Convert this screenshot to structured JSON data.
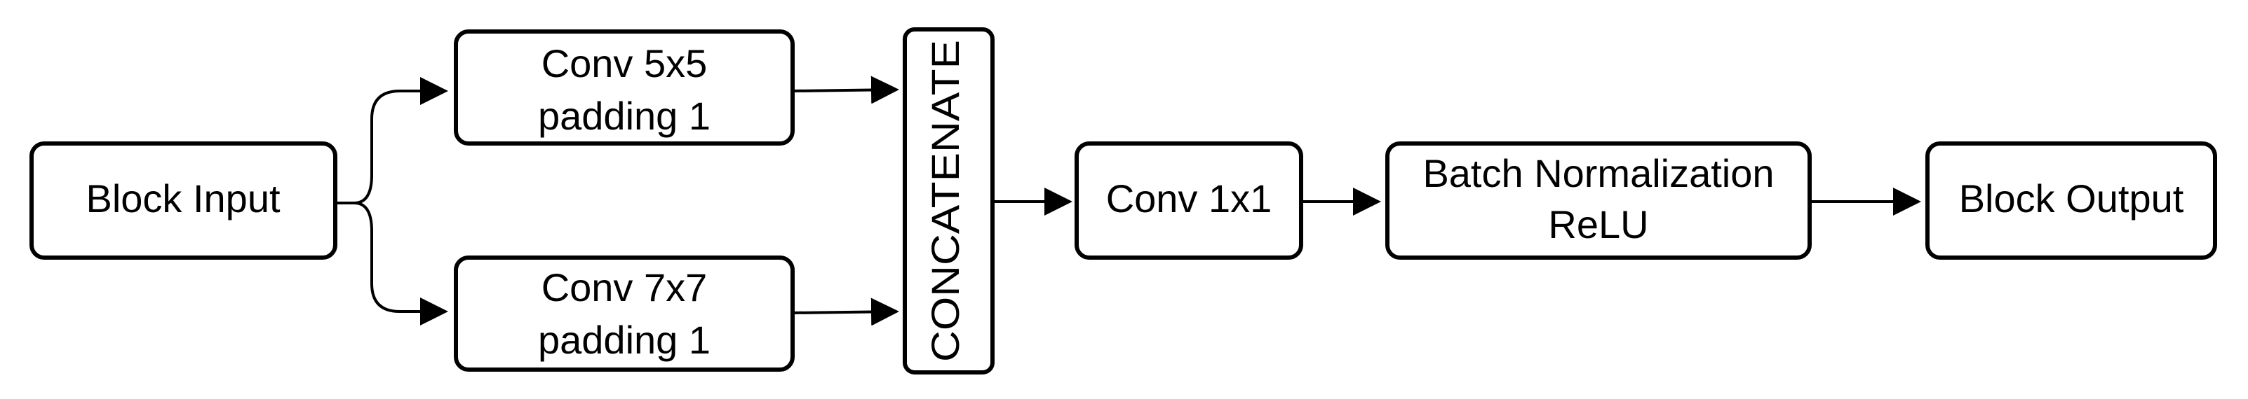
{
  "diagram": {
    "nodes": {
      "block_input": {
        "label": "Block Input"
      },
      "conv5": {
        "line1": "Conv 5x5",
        "line2": "padding 1"
      },
      "conv7": {
        "line1": "Conv 7x7",
        "line2": "padding 1"
      },
      "concat": {
        "label": "CONCATENATE"
      },
      "conv1": {
        "label": "Conv 1x1"
      },
      "bn_relu": {
        "line1": "Batch Normalization",
        "line2": "ReLU"
      },
      "block_output": {
        "label": "Block Output"
      }
    },
    "edges": [
      {
        "from": "block_input",
        "to": "conv5"
      },
      {
        "from": "block_input",
        "to": "conv7"
      },
      {
        "from": "conv5",
        "to": "concat"
      },
      {
        "from": "conv7",
        "to": "concat"
      },
      {
        "from": "concat",
        "to": "conv1"
      },
      {
        "from": "conv1",
        "to": "bn_relu"
      },
      {
        "from": "bn_relu",
        "to": "block_output"
      }
    ],
    "colors": {
      "stroke": "#000000",
      "fill": "#ffffff",
      "text": "#000000"
    }
  }
}
